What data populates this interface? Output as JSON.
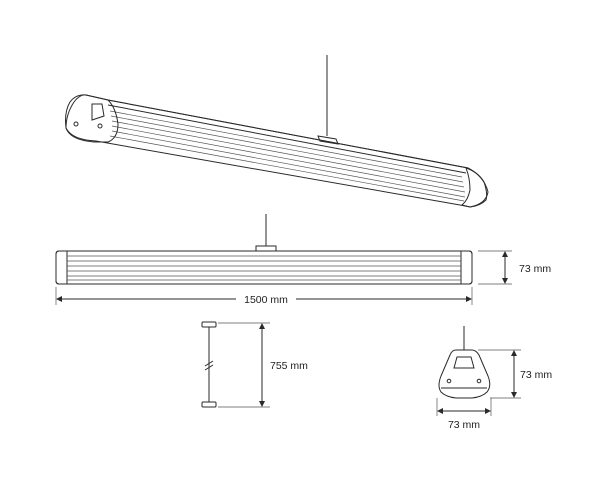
{
  "dimensions": {
    "length": "1500 mm",
    "height": "73 mm",
    "suspension": "755 mm",
    "profile_height": "73 mm",
    "profile_width": "73 mm"
  },
  "colors": {
    "line": "#2a2a2a",
    "diffuser": "#ffffff",
    "background": "#ffffff"
  }
}
